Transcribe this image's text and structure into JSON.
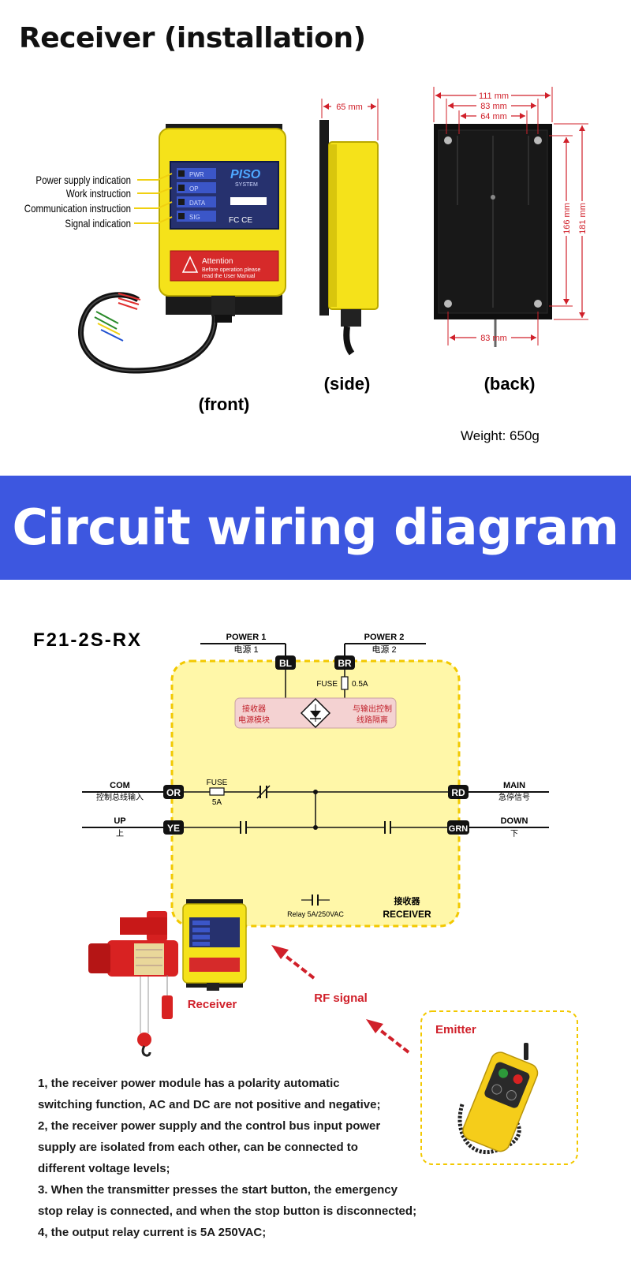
{
  "install": {
    "title": "Receiver (installation)",
    "labels": {
      "power": "Power supply indication",
      "work": "Work instruction",
      "comm": "Communication instruction",
      "signal": "Signal indication"
    },
    "panel": {
      "pwr": "PWR",
      "op": "OP",
      "data": "DATA",
      "sig": "SIG",
      "brand": "PISO",
      "brand_sub": "SYSTEM",
      "certs": "FC CE",
      "attention": "Attention",
      "warn1": "Before operation please",
      "warn2": "read the User Manual"
    },
    "dims": {
      "side_depth": "65 mm",
      "back_w1": "111 mm",
      "back_w2": "83 mm",
      "back_w3": "64 mm",
      "back_h1": "166 mm",
      "back_h2": "181 mm",
      "back_bottom": "83 mm"
    },
    "captions": {
      "front": "(front)",
      "side": "(side)",
      "back": "(back)"
    },
    "weight": "Weight: 650g"
  },
  "banner": {
    "title": "Circuit wiring diagram"
  },
  "wiring": {
    "model": "F21-2S-RX",
    "power1": "POWER 1",
    "power1_cn": "电源 1",
    "power2": "POWER 2",
    "power2_cn": "电源 2",
    "bl": "BL",
    "br": "BR",
    "fuse_top": "FUSE",
    "fuse_top_val": "0.5A",
    "module_left1": "接收器",
    "module_left2": "电源模块",
    "module_right1": "与输出控制",
    "module_right2": "线路隔离",
    "com": "COM",
    "com_cn": "控制总线输入",
    "or": "OR",
    "fuse_mid": "FUSE",
    "fuse_mid_val": "5A",
    "rd": "RD",
    "main": "MAIN",
    "main_cn": "急停信号",
    "up": "UP",
    "up_cn": "上",
    "ye": "YE",
    "grn": "GRN",
    "down": "DOWN",
    "down_cn": "下",
    "relay": "Relay 5A/250VAC",
    "receiver_cn": "接收器",
    "receiver_en": "RECEIVER",
    "receiver_label": "Receiver",
    "rf": "RF signal",
    "emitter": "Emitter"
  },
  "notes": [
    "1, the receiver power module has a polarity automatic",
    "switching function,  AC and DC are not positive and negative;",
    "2, the receiver power supply and the control bus input power",
    "supply are isolated from each other, can be connected to",
    "different voltage levels;",
    "3. When the transmitter presses the start button, the emergency",
    "stop relay  is connected, and when the stop button is disconnected;",
    "4, the output relay current is 5A 250VAC;"
  ],
  "colors": {
    "banner": "#3d57e0",
    "yellow": "#f5e21a",
    "panel_yellow": "#fff7a8",
    "dim_red": "#d0202a",
    "rf_red": "#d0202a"
  }
}
